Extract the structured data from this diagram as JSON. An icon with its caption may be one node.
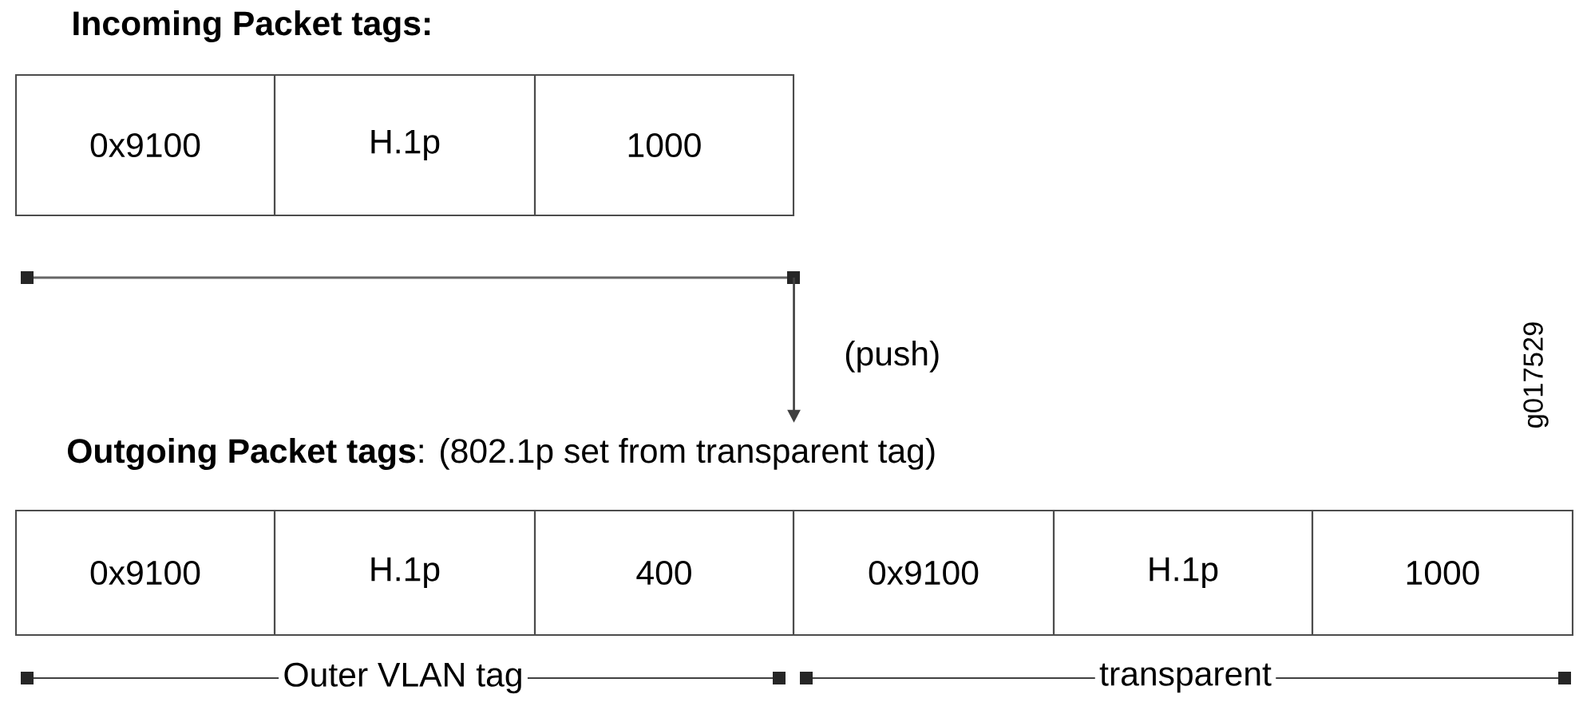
{
  "diagram": {
    "title": "Incoming Packet tags:",
    "nodes": [
      {
        "text": [
          "0x9100"
        ]
      },
      {
        "text": [
          "H.1p"
        ]
      },
      {
        "text": [
          "1000"
        ]
      },
      {
        "text": [],
        "shape": "bar"
      },
      {
        "text": [
          "**Outgoing Packet tags**: (802.1p set from transparent tag)"
        ]
      },
      {
        "text": [
          "0x9100"
        ]
      },
      {
        "text": [
          "H.1p"
        ]
      },
      {
        "text": [
          "400"
        ]
      },
      {
        "text": [
          "0x9100"
        ]
      },
      {
        "text": [
          "H.1p"
        ]
      },
      {
        "text": [
          "1000"
        ]
      }
    ],
    "edges": [
      {
        "from": 3,
        "to": 4,
        "arrow": "to",
        "label": "(push)"
      }
    ],
    "labels": [
      "g017529",
      "Outer VLAN tag",
      "transparent"
    ]
  }
}
